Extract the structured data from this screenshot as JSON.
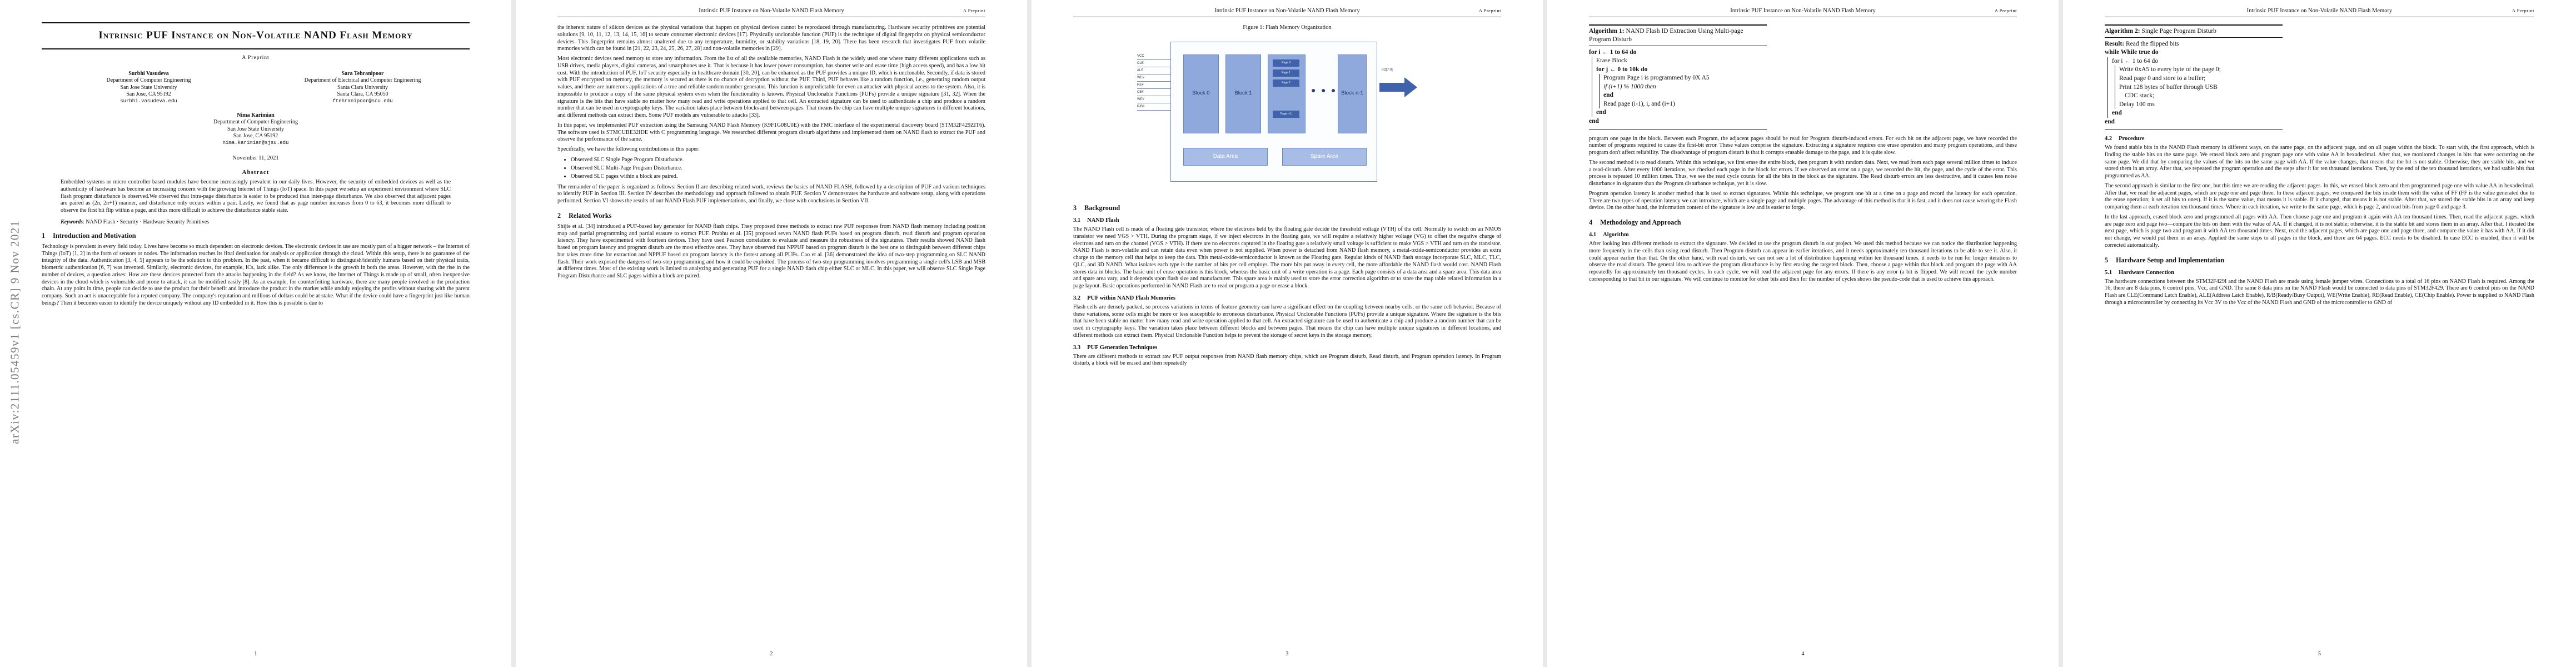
{
  "paper": {
    "running_header": "Intrinsic PUF Instance on Non-Volatile NAND Flash Memory",
    "preprint_label": "A Preprint",
    "arxiv_stamp": "arXiv:2111.05459v1  [cs.CR]  9 Nov 2021",
    "title": "Intrinsic PUF Instance on Non-Volatile NAND Flash Memory",
    "preprint_tag": "A Preprint",
    "authors": [
      {
        "name": "Surbhi Vasudeva",
        "dept": "Department of Computer Engineering",
        "univ": "San Jose State University",
        "city": "San Jose, CA 95192",
        "email": "surbhi.vasudeva.edu"
      },
      {
        "name": "Sara Tehranipoor",
        "dept": "Department of Electrical and Computer Engineering",
        "univ": "Santa Clara University",
        "city": "Santa Clara, CA 95050",
        "email": "ftehranipoor@scu.edu"
      }
    ],
    "author_center": {
      "name": "Nima Karimian",
      "dept": "Department of Computer Engineering",
      "univ": "San Jose State University",
      "city": "San Jose, CA 95192",
      "email": "nima.karimian@sjsu.edu"
    },
    "date": "November 11, 2021",
    "abstract_title": "Abstract",
    "abstract": "Embedded systems or micro controller based modules have become increasingly prevalent in our daily lives. However, the security of embedded devices as well as the authenticity of hardware has become an increasing concern with the growing Internet of Things (IoT) space. In this paper we setup an experiment environment where SLC flash program disturbance is observed.We observed that intra-page disturbance is easier to be produced than inter-page disturbance. We also observed that adjacent pages are paired as (2n, 2n+1) manner, and disturbance only occurs within a pair. Lastly, we found that as page number increases from 0 to 63, it becomes more difficult to observe the first bit flip within a page, and thus more difficult to achieve the disturbance stable state.",
    "keywords_label": "Keywords",
    "keywords": "NAND Flash · Security · Hardware Security Primitives",
    "pages": [
      "1",
      "2",
      "3",
      "4",
      "5"
    ]
  },
  "sections": {
    "s1": {
      "num": "1",
      "title": "Introduction and Motivation"
    },
    "s2": {
      "num": "2",
      "title": "Related Works"
    },
    "s3": {
      "num": "3",
      "title": "Background"
    },
    "s31": {
      "num": "3.1",
      "title": "NAND Flash"
    },
    "s32": {
      "num": "3.2",
      "title": "PUF within NAND Flash Memories"
    },
    "s33": {
      "num": "3.3",
      "title": "PUF Generation Techniques"
    },
    "s4": {
      "num": "4",
      "title": "Methodology and Approach"
    },
    "s41": {
      "num": "4.1",
      "title": "Algorithm"
    },
    "s42": {
      "num": "4.2",
      "title": "Procedure"
    },
    "s5": {
      "num": "5",
      "title": "Hardware Setup and Implementation"
    },
    "s51": {
      "num": "5.1",
      "title": "Hardware Connection"
    }
  },
  "text": {
    "p1_intro": "Technology is prevalent in every field today. Lives have become so much dependent on electronic devices. The electronic devices in use are mostly part of a bigger network – the Internet of Things (IoT) [1, 2] in the form of sensors or nodes. The information reaches its final destination for analysis or application through the cloud. Within this setup, there is no guarantee of the integrity of the data. Authentication [3, 4, 5] appears to be the solution to this problem. In the past, when it became difficult to distinguish/identify humans based on their physical traits, biometric authentication [6, 7] was invented. Similarly, electronic devices, for example, ICs, lack alike. The only difference is the growth in both the areas. However, with the rise in the number of devices, a question arises: How are these devices protected from the attacks happening in the field? As we know, the Internet of Things is made up of small, often inexpensive devices in the cloud which is vulnerable and prone to attack, it can be modified easily [8]. As an example, for counterfeiting hardware, there are many people involved in the production chain. At any point in time, people can decide to use the product for their benefit and introduce the product in the market while unduly enjoying the profits without sharing with the parent company. Such an act is unacceptable for a reputed company. The company's reputation and millions of dollars could be at stake. What if the device could have a fingerprint just like human beings? Then it becomes easier to identify the device uniquely without any ID embedded in it. How this is possible is due to",
    "p2_a": "the inherent nature of silicon devices as the physical variations that happen on physical devices cannot be reproduced through manufacturing. Hardware security primitives are potential solutions [9, 10, 11, 12, 13, 14, 15, 16] to secure consumer electronic devices [17]. Physically unclonable function (PUF) is the technique of digital fingerprint on physical semiconductor devices. This fingerprint remains almost unaltered due to any temperature, humidity, or stability variations [18, 19, 20]. There has been research that investigates PUF from volatile memories which can be found in [21, 22, 23, 24, 25, 26, 27, 28] and non-volatile memories in [29].",
    "p2_b": "Most electronic devices need memory to store any information. From the list of all the available memories, NAND Flash is the widely used one where many different applications such as USB drives, media players, digital cameras, and smartphones use it. That is because it has lower power consumption, has shorter write and erase time (high access speed), and has a low bit cost. With the introduction of PUF, IoT security especially in healthcare domain [30, 20], can be enhanced as the PUF provides a unique ID, which is unclonable. Secondly, if data is stored with PUF encrypted on memory, the memory is secured as there is no chance of decryption without the PUF. Third, PUF behaves like a random function, i.e., generating random output values, and there are numerous applications of a true and reliable random number generator. This function is unpredictable for even an attacker with physical access to the system. Also, it is impossible to produce a copy of the same physical system even when the functionality is known. Physical Unclonable Functions (PUFs) provide a unique signature [31, 32]. When the signature is the bits that have stable no matter how many read and write operations applied to that cell. An extracted signature can be used to authenticate a chip and produce a random number that can be used in cryptography keys. The variation takes place between blocks and between pages. That means the chip can have multiple unique signatures in different locations, and different methods can extract them. Some PUF models are vulnerable to attacks [33].",
    "p2_c": "In this paper, we implemented PUF extraction using the Samsung NAND Flash Memory (K9F1G08U0E) with the FMC interface of the experimental discovery board (STM32F429ZIT6). The software used is STMCUBE32IDE with C programming language. We researched different program disturb algorithms and implemented them on NAND flash to extract the PUF and observe the performance of the same.",
    "p2_d": "Specifically, we have the following contributions in this paper:",
    "contrib": [
      "Observed SLC Single Page Program Disturbance.",
      "Observed SLC Multi-Page Program Disturbance.",
      "Observed SLC pages within a block are paired."
    ],
    "p2_e": "The remainder of the paper is organized as follows: Section II are describing related work, reviews the basics of NAND FLASH, followed by a description of PUF and various techniques to identify PUF in Section III. Section IV describes the methodology and approach followed to obtain PUF. Section V demonstrates the hardware and software setup, along with operations performed. Section VI shows the results of our NAND Flash PUF implementations, and finally, we close with conclusions in Section VII.",
    "p2_f": "Shijie et al. [34] introduced a PUF-based key generator for NAND flash chips. They proposed three methods to extract raw PUF responses from NAND flash memory including position map and partial programming and partial erasure to extract PUF. Prabhu et al. [35] proposed seven NAND flash PUFs based on program disturb, read disturb and program operation latency. They have experimented with fourteen devices. They have used Pearson correlation to evaluate and measure the robustness of the signatures. Their results showed NAND flash based on program latency and program disturb are the most effective ones. They have observed that NPPUF based on program disturb is the best one to distinguish between different chips but takes more time for extraction and NPPUF based on program latency is the fastest among all PUFs. Cao et al. [36] demonstrated the idea of two-step programming on SLC NAND flash. Their work exposed the dangers of two-step programming and how it could be exploited. The process of two-step programming involves programming a single cell's LSB and MSB at different times. Most of the existing work is limited to analyzing and generating PUF for a single NAND flash chip either SLC or MLC. In this paper, we will observe SLC Single Page Program Disturbance and SLC pages within a block are paired.",
    "fig_caption": "Figure 1: Flash Memory Organization",
    "p3_a": "The NAND Flash cell is made of a floating gate transistor, where the electrons held by the floating gate decide the threshold voltage (VTH) of the cell. Normally to switch on an NMOS transistor we need VGS > VTH. During the program stage, if we inject electrons in the floating gate, we will require a relatively higher voltage (VG) to offset the negative charge of electrons and turn on the channel (VGS > VTH). If there are no electrons captured in the floating gate a relatively small voltage is sufficient to make VGS > VTH and turn on the transistor. NAND Flash is non-volatile and can retain data even when power is not supplied. When power is detached from NAND flash memory, a metal-oxide-semiconductor provides an extra charge to the memory cell that helps to keep the data. This metal-oxide-semiconductor is known as the Floating gate. Regular kinds of NAND flash storage incorporate SLC, MLC, TLC, QLC, and 3D NAND. What isolates each type is the number of bits per cell employs. The more bits put away in every cell, the more affordable the NAND flash would cost. NAND Flash stores data in blocks. The basic unit of erase operation is this block, whereas the basic unit of a write operation is a page. Each page consists of a data area and a spare area. This data area and spare area vary, and it depends upon flash size and manufacturer. This spare area is mainly used to store the error correction algorithm or to store the map table related information in a page layout. Basic operations performed in NAND Flash are to read or program a page or erase a block.",
    "p3_b": "Flash cells are densely packed, so process variations in terms of feature geometry can have a significant effect on the coupling between nearby cells, or the same cell behavior. Because of these variations, some cells might be more or less susceptible to erroneous disturbance. Physical Unclonable Functions (PUFs) provide a unique signature. Where the signature is the bits that have been stable no matter how many read and write operation applied to that cell. An extracted signature can be used to authenticate a chip and produce a random number that can be used in cryptography keys. The variation takes place between different blocks and between pages. That means the chip can have multiple unique signatures in different locations, and different methods can extract them. Physical Unclonable Function helps to prevent the storage of secret keys in the storage memory.",
    "p3_c": "There are different methods to extract raw PUF output responses from NAND flash memory chips, which are Program disturb, Read disturb, and Program operation latency. In Program disturb, a block will be erased and then repeatedly",
    "algo1_caption_label": "Algorithm 1:",
    "algo1_caption": "NAND Flash ID Extraction Using Multi-page Program Disturb",
    "algo1": {
      "for_outer": "for i ← 1 to 64 do",
      "erase": "Erase Block",
      "for_inner": "for j ← 0 to 10k do",
      "program": "Program Page i is programmed by 0X A5",
      "if": "if (i+1) % 1000 then",
      "end1": "end",
      "read": "Read page (i-1), i, and (i+1)",
      "end2": "end",
      "end3": "end"
    },
    "p4_a": "program one page in the block. Between each Program, the adjacent pages should be read for Program disturb-induced errors. For each bit on the adjacent page, we have recorded the number of programs required to cause the first-bit error. These values comprise the signature. Extracting a signature requires one erase operation and many program operations, and these program don't affect reliability. The disadvantage of program disturb is that it corrupts erasable damage to the page, and it is quite slow.",
    "p4_b": "The second method is to read disturb. Within this technique, we first erase the entire block, then program it with random data. Next, we read from each page several million times to induce a read-disturb. After every 1000 iterations, we checked each page in the block for errors. If we observed an error on a page, we recorded the bit, the page, and the cycle of the error. This process is repeated 10 million times. Thus, we see the read cycle counts for all the bits in the block as the signature. The Read disturb errors are less destructive, and it causes less noise disturbance in signature than the Program disturbance technique, yet it is slow.",
    "p4_c": "Program operation latency is another method that is used to extract signatures. Within this technique, we program one bit at a time on a page and record the latency for each operation. There are two types of operation latency we can introduce, which are a single page and multiple pages. The advantage of this method is that it is fast, and it does not cause wearing the Flash device. On the other hand, the information content of the signature is low and is easier to forge.",
    "p4_d": "After looking into different methods to extract the signature. We decided to use the program disturb in our project. We used this method because we can notice the distribution happening more frequently in the cells than using read disturb. Then Program disturb can appear in earlier iterations, and it needs approximately ten thousand iterations to be able to see it. Also, it could appear earlier than that. On the other hand, with read disturb, we can not see a lot of distribution happening within ten thousand times. it needs to be run for longer iterations to observe the read disturb. The general idea to achieve the program disturbance is by first erasing the targeted block. Then, choose a page within that block and program the page with AA repeatedly for approximately ten thousand cycles. In each cycle, we will read the adjacent page for any errors. If there is any error (a bit is flipped. We will record the cycle number corresponding to that bit in our signature. We will continue to monitor for other bits and then for the number of cycles shows the pseudo-code that is used to achieve this approach.",
    "algo2_caption_label": "Algorithm 2:",
    "algo2_caption": "Single Page Program Disturb",
    "algo2": {
      "result_label": "Result:",
      "result": "Read the flipped bits",
      "while": "while While true do",
      "for": "for i ← 1 to 64 do",
      "write": "Write 0xA5 to every byte of the page 0;",
      "read": "Read page 0 and store to a buffer;",
      "print": "Print 128 bytes of buffer through USB",
      "cdc": "CDC stack;",
      "delay": "Delay 100 ms",
      "end1": "end",
      "end2": "end"
    },
    "p5_a": "We found stable bits in the NAND Flash memory in different ways, on the same page, on the adjacent page, and on all pages within the block. To start with, the first approach, which is finding the stable bits on the same page. We erased block zero and program page one with value AA in hexadecimal. After that, we monitored changes in bits that were occurring on the same page. We did that by comparing the values of the bits on the same page with AA. If the value changes, that means that the bit is not stable. Otherwise, they are stable bits, and we stored them in an array. After that, we repeated the program operation and the steps after it for ten thousand iterations. Then, by the end of the ten thousand iterations, we had stable bits that programmed as AA.",
    "p5_b": "The second approach is similar to the first one, but this time we are reading the adjacent pages. In this, we erased block zero and then programmed page one with value AA in hexadecimal. After that, we read the adjacent pages, which are page one and page three. In these adjacent pages, we compared the bits inside them with the value of FF (FF is the value generated due to the erase operation; it set all bits to ones). If it is the same value, that means it is stable. If it changed, that means it is not stable. After that, we stored the stable bits in an array and keep comparing them at each iteration ten thousand times. Where in each iteration, we write to the same page, which is page 2, and read bits from page 0 and page 3.",
    "p5_c": "In the last approach, erased block zero and programmed all pages with AA. Then choose page one and program it again with AA ten thousand times. Then, read the adjacent pages, which are page zero and page two—compare the bits on them with the value of AA. If it changed, it is not stable; otherwise, it is the stable bit and stores them in an array. After that, I iterated the next page, which is page two and program it with AA ten thousand times. Next, read the adjacent pages, which are page one and page three, and compare the value it has with AA. If it did not change, we would put them in an array. Applied the same steps to all pages in the block, and there are 64 pages. ECC needs to be disabled. In case ECC is enabled, then it will be corrected automatically.",
    "p5_d": "The hardware connections between the STM32F429I and the NAND Flash are made using female jumper wires. Connections to a total of 16 pins on NAND Flash is required. Among the 16, there are 8 data pins, 6 control pins, Vcc, and GND. The same 8 data pins on the NAND Flash would be connected to data pins of STM32F429. There are 6 control pins on the NAND Flash are CLE(Command Latch Enable), ALE(Address Latch Enable), R/B(Ready/Busy Output), WE(Write Enable), RE(Read Enable), CE(Chip Enable). Power is supplied to NAND Flash through a microcontroller by connecting its Vcc 3V to the Vcc of the NAND Flash and GND of the microcontroller to GND of"
  },
  "figure": {
    "blocks": [
      "Block 0",
      "Block 1",
      "Block n-1"
    ],
    "pages": [
      "Page 0",
      "Page 1",
      "Page 2",
      "Page n-1"
    ],
    "data_area": "Data Area",
    "spare_area": "Spare Area",
    "pins": [
      "VCC",
      "CLE",
      "ALE",
      "WE#",
      "RE#",
      "CE#",
      "WP#",
      "R/B#"
    ],
    "output": "I/O[7:0]",
    "colors": {
      "block": "#8fa9dd",
      "page": "#3f62aa",
      "area": "#a8bde5",
      "border": "#6a89c2"
    }
  }
}
